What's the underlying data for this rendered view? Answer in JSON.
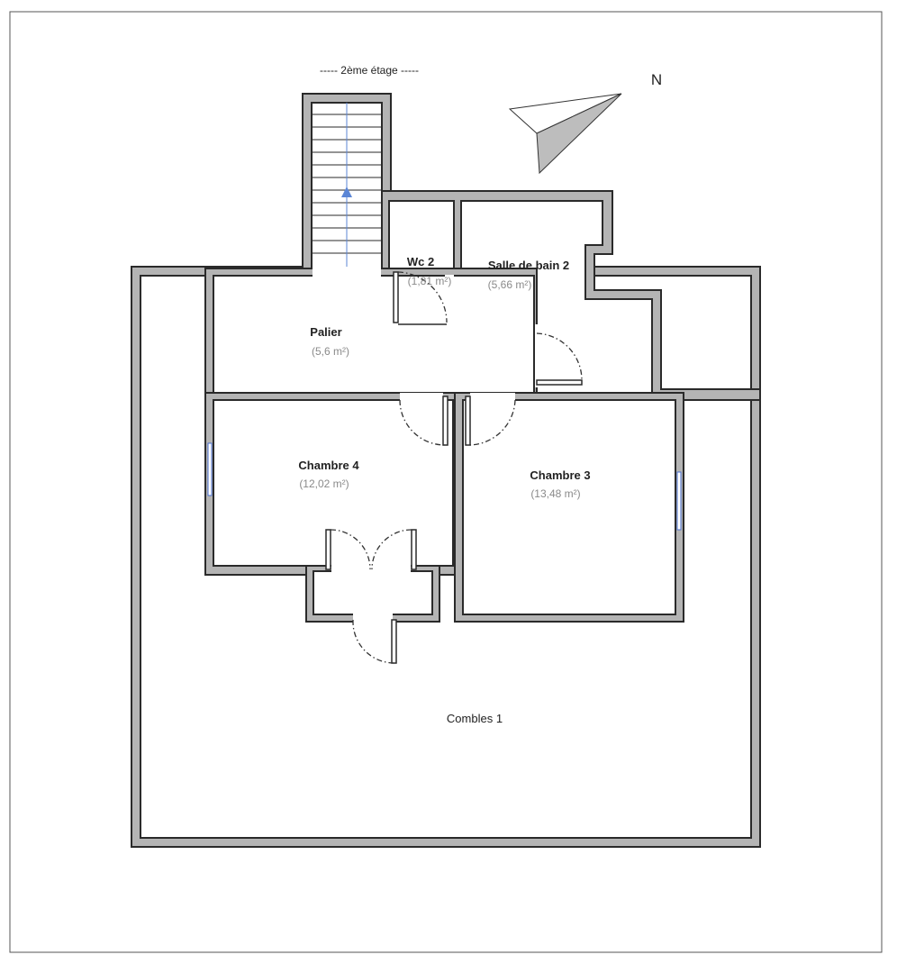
{
  "floor_title": "-----  2ème étage  -----",
  "compass_label": "N",
  "rooms": {
    "wc2": {
      "name": "Wc 2",
      "area": "(1,81 m²)"
    },
    "sdb2": {
      "name": "Salle de bain 2",
      "area": "(5,66 m²)"
    },
    "palier": {
      "name": "Palier",
      "area": "(5,6 m²)"
    },
    "chambre4": {
      "name": "Chambre 4",
      "area": "(12,02 m²)"
    },
    "chambre3": {
      "name": "Chambre 3",
      "area": "(13,48 m²)"
    },
    "combles1": {
      "name": "Combles 1"
    }
  },
  "colors": {
    "wall": "#b4b4b4",
    "stair_arrow": "#5b86d6",
    "window": "#4a6fd0",
    "compass": "#bdbdbd"
  }
}
